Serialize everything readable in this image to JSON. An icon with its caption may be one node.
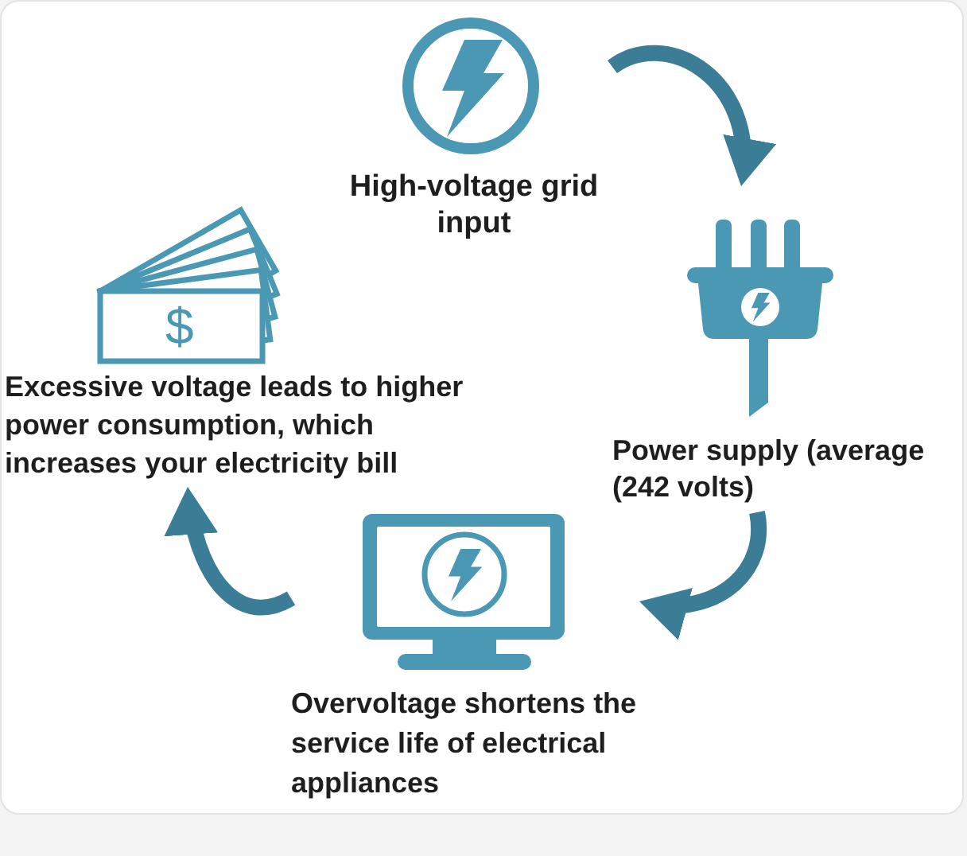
{
  "diagram": {
    "nodes": [
      {
        "text": [
          "High-voltage grid input"
        ]
      },
      {
        "text": [
          "Power supply (average (242 volts)"
        ]
      },
      {
        "text": [
          "Overvoltage shortens the service life of electrical appliances"
        ]
      },
      {
        "text": [
          "Excessive voltage leads to higher power consumption, which increases your electricity bill"
        ]
      }
    ],
    "edges": [
      {
        "from": 0,
        "to": 1,
        "arrow": "to"
      },
      {
        "from": 1,
        "to": 2,
        "arrow": "to"
      },
      {
        "from": 2,
        "to": 3,
        "arrow": "to"
      }
    ],
    "labels": [
      "$"
    ]
  }
}
